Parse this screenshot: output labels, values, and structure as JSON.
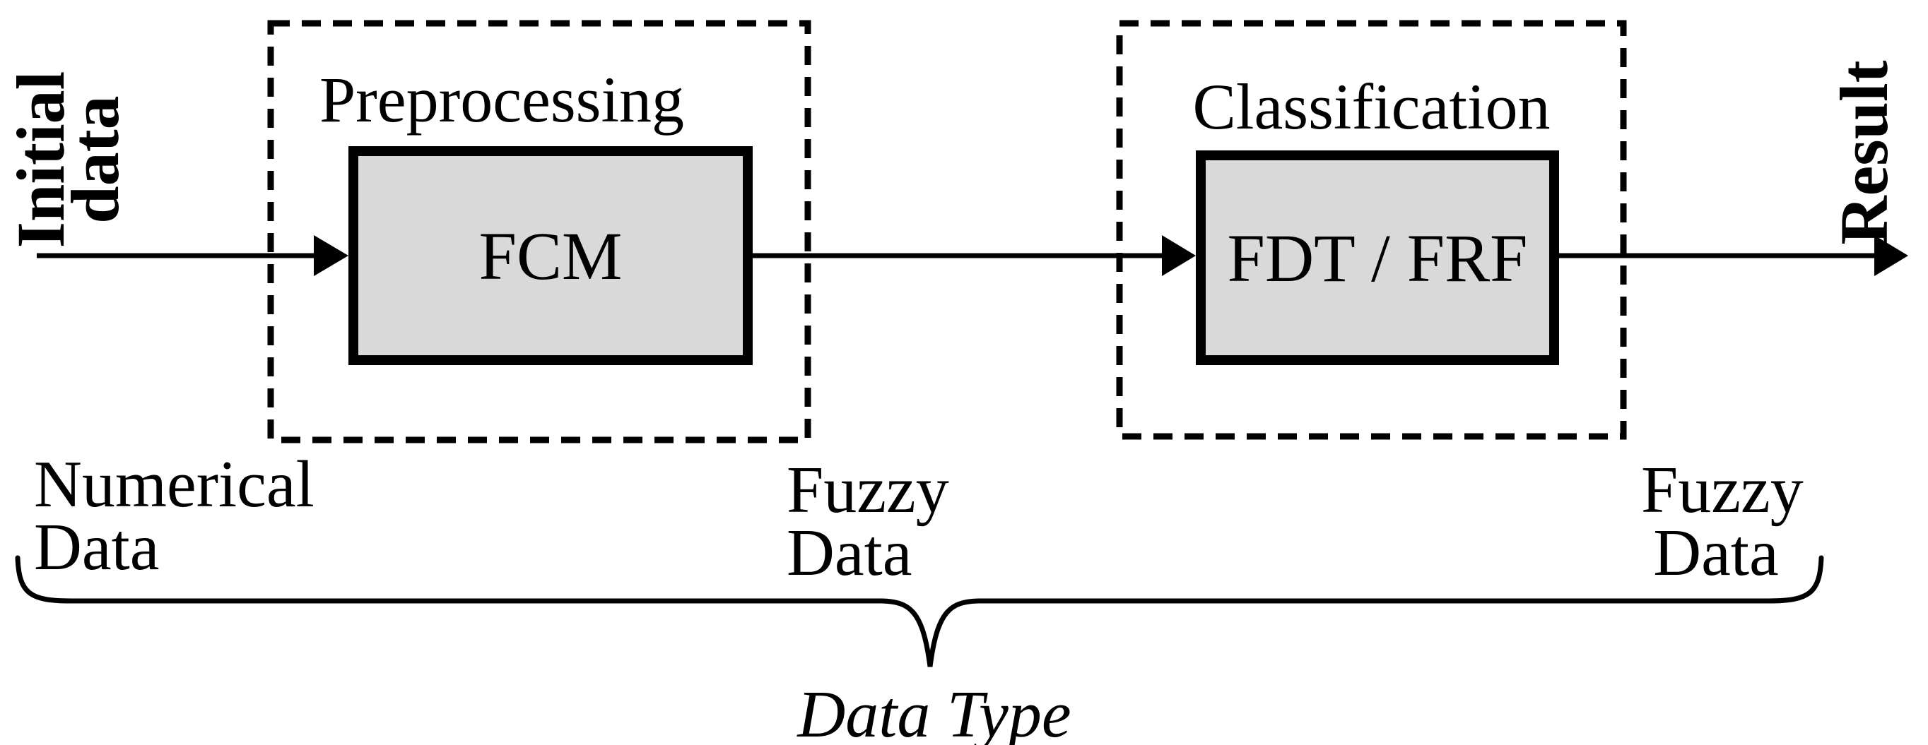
{
  "diagram": {
    "input_label": {
      "line1": "Initial",
      "line2": "data"
    },
    "output_label": "Result",
    "preprocessing": {
      "group_label": "Preprocessing",
      "box_label": "FCM"
    },
    "classification": {
      "group_label": "Classification",
      "box_label": "FDT / FRF"
    },
    "data_type_labels": {
      "input": {
        "line1": "Numerical",
        "line2": "Data"
      },
      "intermediate": {
        "line1": "Fuzzy",
        "line2": "Data"
      },
      "output": {
        "line1": "Fuzzy",
        "line2": "Data"
      }
    },
    "brace_label": "Data Type",
    "colors": {
      "box_fill": "#d9d9d9",
      "stroke": "#000000",
      "background": "#ffffff"
    }
  }
}
